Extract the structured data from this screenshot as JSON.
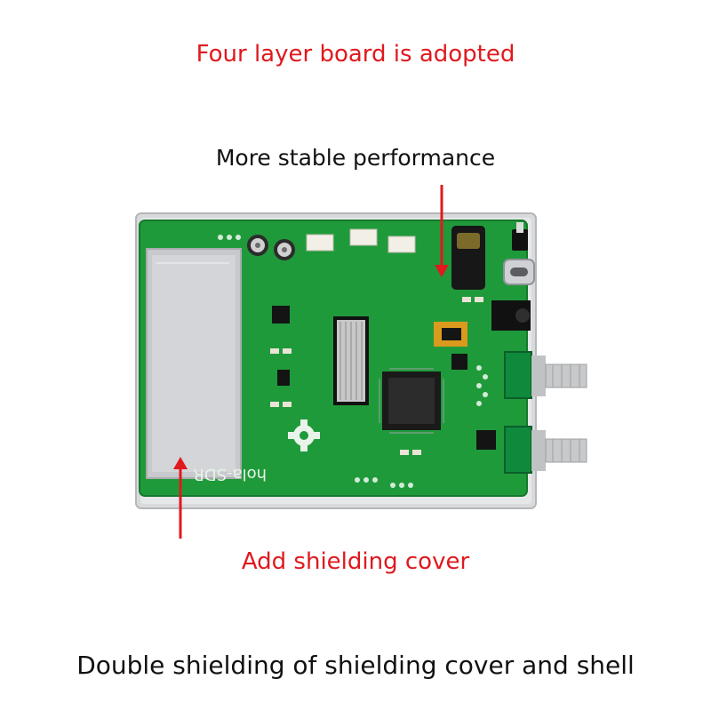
{
  "captions": {
    "four_layer": "Four layer board is adopted",
    "stable": "More stable performance",
    "shielding": "Add shielding cover",
    "double": "Double shielding of shielding cover and shell"
  },
  "board": {
    "silkscreen_brand": "hola-SDR"
  },
  "colors": {
    "highlight_red": "#e0191e",
    "text_dark": "#111111",
    "pcb_green": "#1f9a3a",
    "shell_silver": "#d9dadc",
    "shield_silver": "#c7c9cc"
  }
}
